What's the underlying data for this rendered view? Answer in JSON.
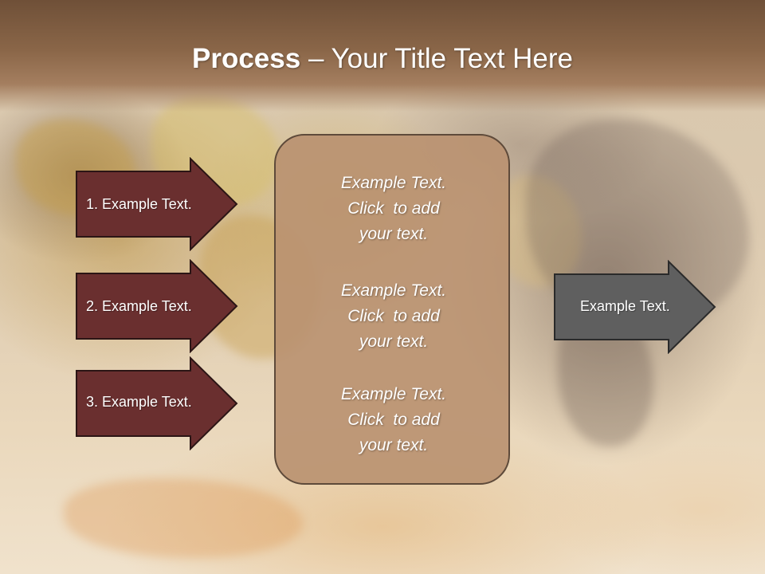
{
  "title": {
    "bold": "Process",
    "rest": " – Your Title Text Here"
  },
  "left_arrows": [
    {
      "label": "1. Example Text."
    },
    {
      "label": "2. Example Text."
    },
    {
      "label": "3. Example Text."
    }
  ],
  "center_blocks": [
    {
      "line1": "Example Text.",
      "line2": "Click  to add",
      "line3": "your text."
    },
    {
      "line1": "Example Text.",
      "line2": "Click  to add",
      "line3": "your text."
    },
    {
      "line1": "Example Text.",
      "line2": "Click  to add",
      "line3": "your text."
    }
  ],
  "right_arrow": {
    "label": "Example Text."
  },
  "colors": {
    "left_arrow_fill": "#6a2f2f",
    "left_arrow_stroke": "#2b1515",
    "right_arrow_fill": "#5f5f5f",
    "right_arrow_stroke": "#2a2a2a",
    "center_box_fill": "#b9916f"
  }
}
